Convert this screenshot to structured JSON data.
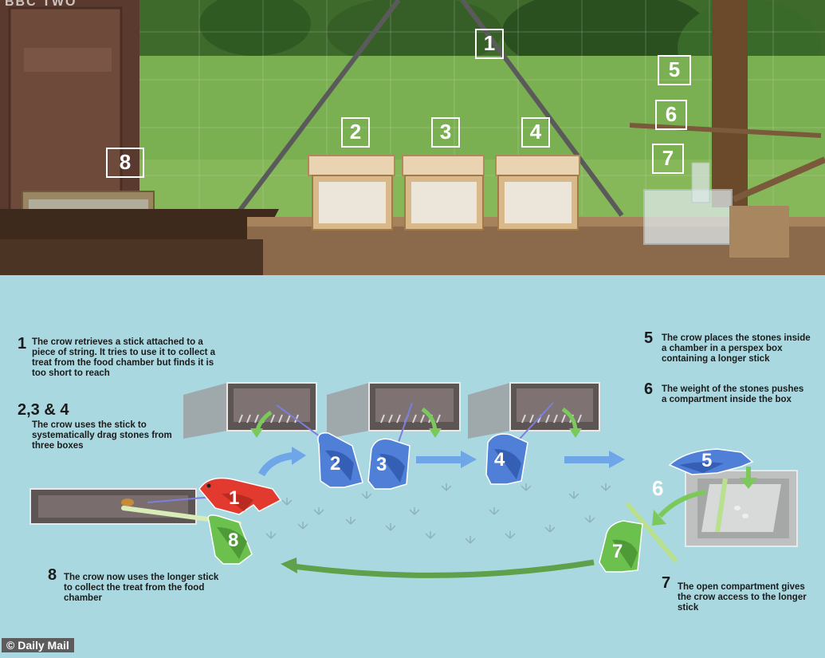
{
  "photo": {
    "watermark": "BBC TWO",
    "labels": [
      "1",
      "2",
      "3",
      "4",
      "5",
      "6",
      "7",
      "8"
    ]
  },
  "steps": [
    {
      "num": "1",
      "text": "The crow retrieves a stick attached to a piece of string. It tries to use it to collect a treat from the food chamber but finds it is too short to reach"
    },
    {
      "num": "2,3 & 4",
      "text": "The crow uses the stick to systematically drag stones from three boxes"
    },
    {
      "num": "5",
      "text": "The crow places the stones inside a chamber in a perspex box containing a longer stick"
    },
    {
      "num": "6",
      "text": "The weight of the stones pushes a compartment inside the box"
    },
    {
      "num": "7",
      "text": "The open compartment gives the crow access to the longer stick"
    },
    {
      "num": "8",
      "text": "The crow now uses the longer stick to collect the treat from the food chamber"
    }
  ],
  "crows": [
    "1",
    "2",
    "3",
    "4",
    "5",
    "7",
    "8"
  ],
  "diagram_labels": {
    "six": "6"
  },
  "credit": "© Daily Mail",
  "colors": {
    "background": "#a9d8e0",
    "crow_red": "#e23a2e",
    "crow_blue": "#4f7fd6",
    "crow_green": "#6bc04e",
    "arrow_blue": "#6fa6e8",
    "arrow_green": "#5ea14a"
  }
}
